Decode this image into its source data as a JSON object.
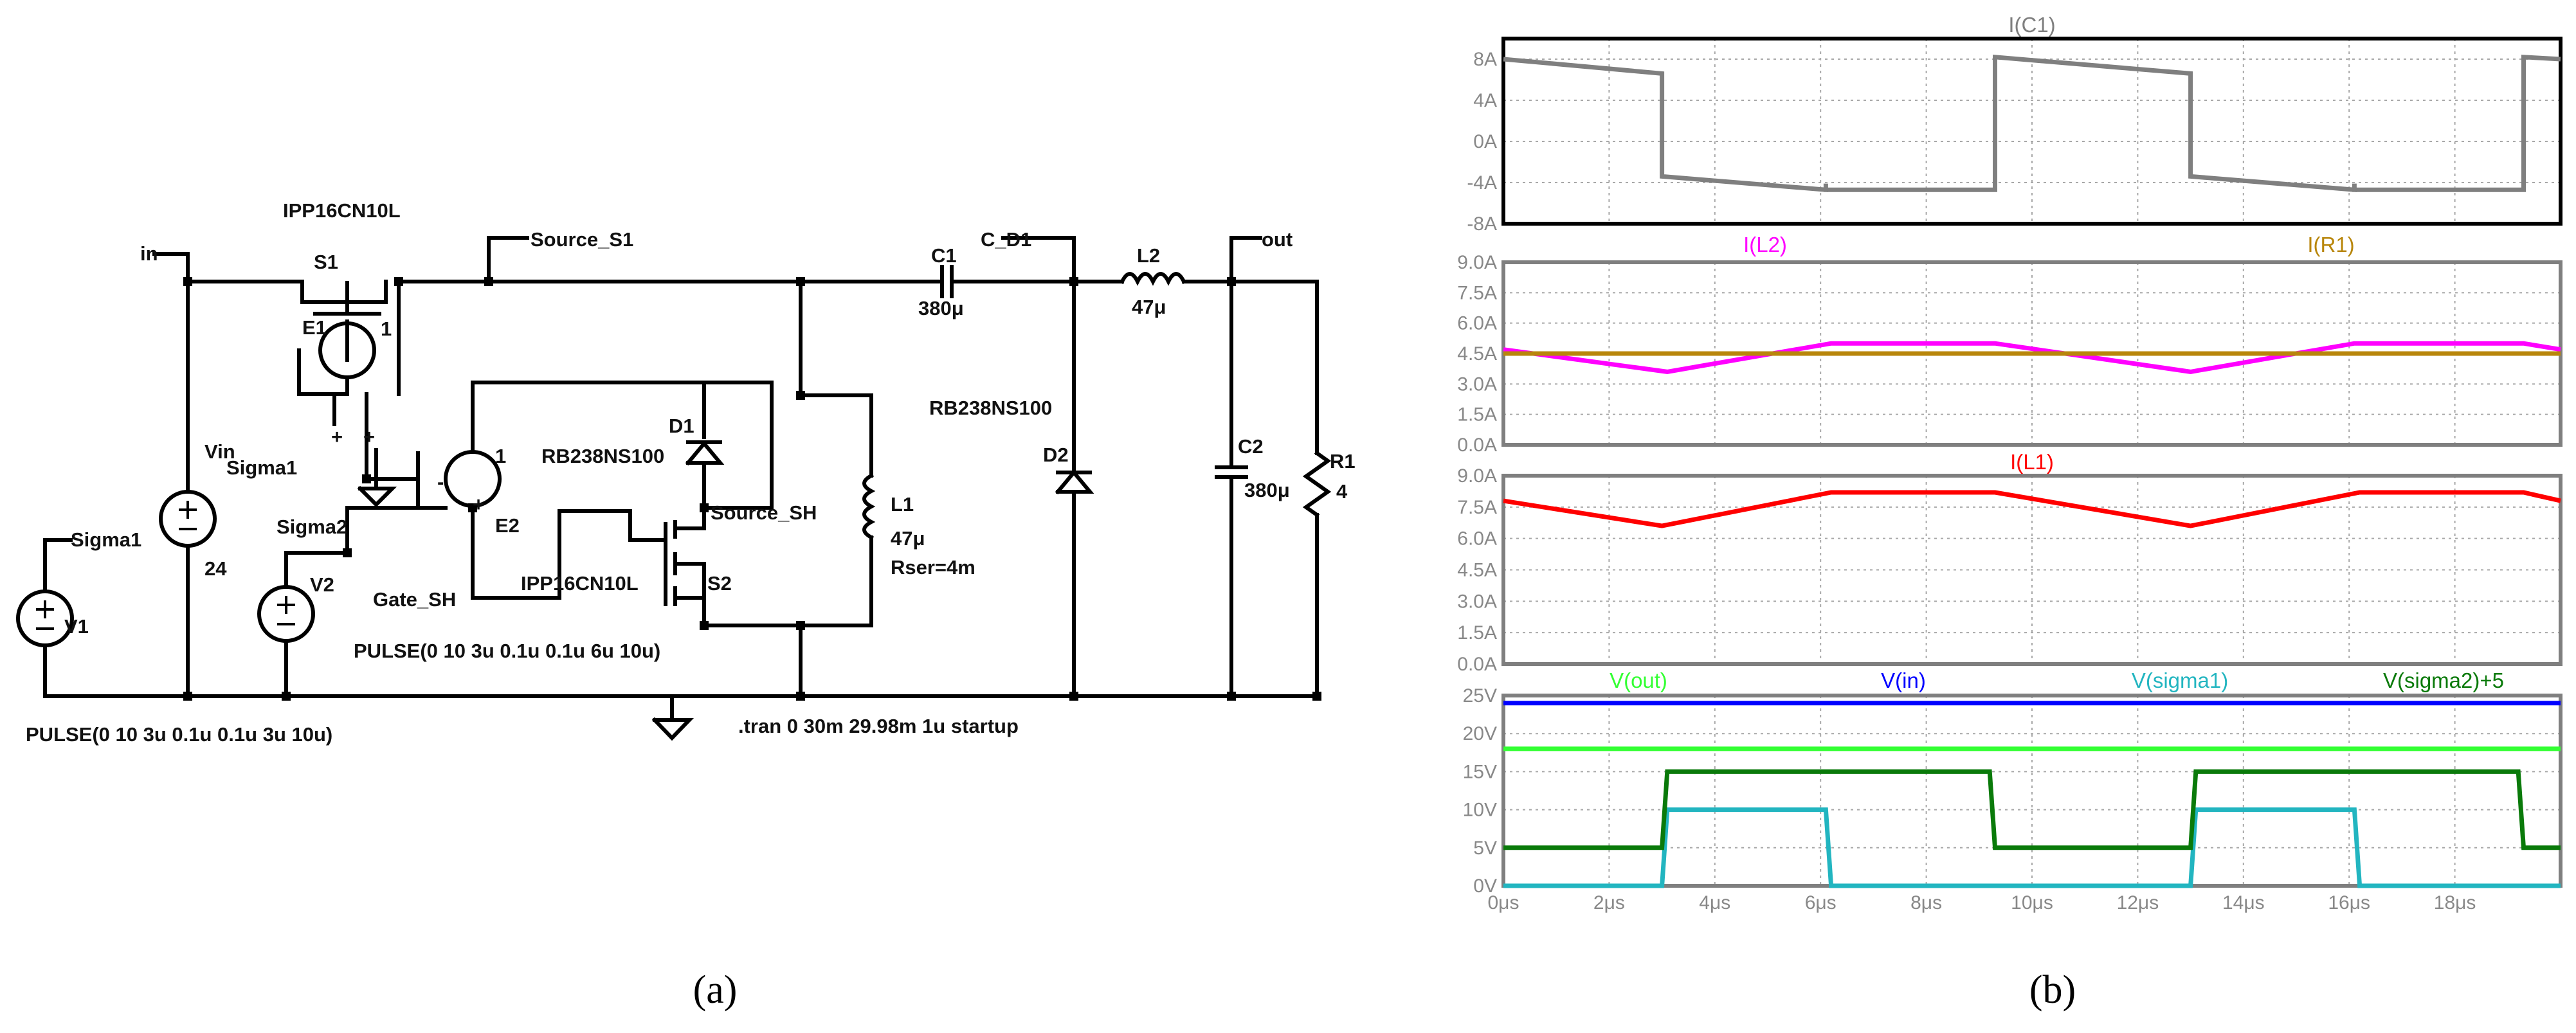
{
  "schematic": {
    "labels": {
      "in": "in",
      "s1_model": "IPP16CN10L",
      "s1": "S1",
      "e1": "E1",
      "e1_gain": "1",
      "sigma1_e1": "Sigma1",
      "vin": "Vin",
      "vin_value": "24",
      "sigma1_v1": "Sigma1",
      "v1": "V1",
      "v1_pulse": "PULSE(0 10 3u 0.1u 0.1u 3u 10u)",
      "source_s1": "Source_S1",
      "e2_gain": "1",
      "e2": "E2",
      "sigma2": "Sigma2",
      "v2": "V2",
      "gate_sh": "Gate_SH",
      "v2_pulse": "PULSE(0 10 3u 0.1u 0.1u 6u 10u)",
      "d1": "D1",
      "d1_model": "RB238NS100",
      "source_sh": "Source_SH",
      "s2_model": "IPP16CN10L",
      "s2": "S2",
      "l1": "L1",
      "l1_value": "47μ",
      "l1_rser": "Rser=4m",
      "c1": "C1",
      "c1_value": "380μ",
      "c_d1": "C_D1",
      "d2_model": "RB238NS100",
      "d2": "D2",
      "l2": "L2",
      "l2_value": "47μ",
      "out": "out",
      "c2": "C2",
      "c2_value": "380μ",
      "r1": "R1",
      "r1_value": "4",
      "tran": ".tran 0 30m 29.98m 1u startup"
    },
    "caption": "(a)"
  },
  "waveforms": {
    "caption": "(b)",
    "x_ticks": [
      "0μs",
      "2μs",
      "4μs",
      "6μs",
      "8μs",
      "10μs",
      "12μs",
      "14μs",
      "16μs",
      "18μs"
    ],
    "colors": {
      "grid": "#a8a8a8",
      "frame": "#7f7f7f",
      "ic1": "#7f7f7f",
      "il2": "#ff00ff",
      "ir1": "#b8860b",
      "il1": "#ff0000",
      "vout": "#33ff33",
      "vin": "#0000ff",
      "vsigma1": "#22b5c0",
      "vsigma2": "#0a7a0a"
    }
  },
  "chart_data": [
    {
      "type": "line",
      "title": "I(C1)",
      "xlim": [
        0,
        20
      ],
      "ylim": [
        -8,
        10
      ],
      "yticks": [
        "8A",
        "4A",
        "0A",
        "-4A",
        "-8A"
      ],
      "ytick_values": [
        8,
        4,
        0,
        -4,
        -8
      ],
      "series": [
        {
          "name": "I(C1)",
          "x": [
            0,
            3.0,
            3.0,
            6.1,
            6.1,
            6.1,
            9.3,
            9.3,
            13.0,
            13.0,
            16.1,
            16.1,
            16.1,
            19.3,
            19.3,
            20.0
          ],
          "y": [
            8.0,
            6.6,
            -3.4,
            -4.7,
            -4.1,
            -4.7,
            -4.7,
            8.2,
            6.6,
            -3.4,
            -4.7,
            -4.1,
            -4.7,
            -4.7,
            8.2,
            8.0
          ]
        }
      ]
    },
    {
      "type": "line",
      "title": "",
      "xlim": [
        0,
        20
      ],
      "ylim": [
        0,
        9
      ],
      "yticks": [
        "9.0A",
        "7.5A",
        "6.0A",
        "4.5A",
        "3.0A",
        "1.5A",
        "0.0A"
      ],
      "ytick_values": [
        9,
        7.5,
        6,
        4.5,
        3,
        1.5,
        0
      ],
      "series": [
        {
          "name": "I(L2)",
          "x": [
            0,
            3.1,
            6.2,
            9.3,
            13.0,
            16.1,
            19.3,
            20.0
          ],
          "y": [
            4.7,
            3.6,
            5.0,
            5.0,
            3.6,
            5.0,
            5.0,
            4.7
          ]
        },
        {
          "name": "I(R1)",
          "x": [
            0,
            20
          ],
          "y": [
            4.5,
            4.5
          ]
        }
      ]
    },
    {
      "type": "line",
      "title": "I(L1)",
      "xlim": [
        0,
        20
      ],
      "ylim": [
        0,
        9
      ],
      "yticks": [
        "9.0A",
        "7.5A",
        "6.0A",
        "4.5A",
        "3.0A",
        "1.5A",
        "0.0A"
      ],
      "ytick_values": [
        9,
        7.5,
        6,
        4.5,
        3,
        1.5,
        0
      ],
      "series": [
        {
          "name": "I(L1)",
          "x": [
            0,
            3.0,
            6.2,
            9.3,
            13.0,
            16.2,
            19.3,
            20.0
          ],
          "y": [
            7.8,
            6.6,
            8.2,
            8.2,
            6.6,
            8.2,
            8.2,
            7.8
          ]
        }
      ]
    },
    {
      "type": "line",
      "title": "",
      "xlim": [
        0,
        20
      ],
      "ylim": [
        0,
        25
      ],
      "xticks": [
        "0μs",
        "2μs",
        "4μs",
        "6μs",
        "8μs",
        "10μs",
        "12μs",
        "14μs",
        "16μs",
        "18μs"
      ],
      "xtick_values": [
        0,
        2,
        4,
        6,
        8,
        10,
        12,
        14,
        16,
        18
      ],
      "yticks": [
        "25V",
        "20V",
        "15V",
        "10V",
        "5V",
        "0V"
      ],
      "ytick_values": [
        25,
        20,
        15,
        10,
        5,
        0
      ],
      "series": [
        {
          "name": "V(out)",
          "x": [
            0,
            20
          ],
          "y": [
            18,
            18
          ]
        },
        {
          "name": "V(in)",
          "x": [
            0,
            20
          ],
          "y": [
            24,
            24
          ]
        },
        {
          "name": "V(sigma1)",
          "x": [
            0,
            3.0,
            3.1,
            6.1,
            6.2,
            13.0,
            13.1,
            16.1,
            16.2,
            20.0
          ],
          "y": [
            0,
            0,
            10,
            10,
            0,
            0,
            10,
            10,
            0,
            0
          ]
        },
        {
          "name": "V(sigma2)+5",
          "x": [
            0,
            3.0,
            3.1,
            9.2,
            9.3,
            13.0,
            13.1,
            19.2,
            19.3,
            20.0
          ],
          "y": [
            5,
            5,
            15,
            15,
            5,
            5,
            15,
            15,
            5,
            5
          ]
        }
      ]
    }
  ]
}
